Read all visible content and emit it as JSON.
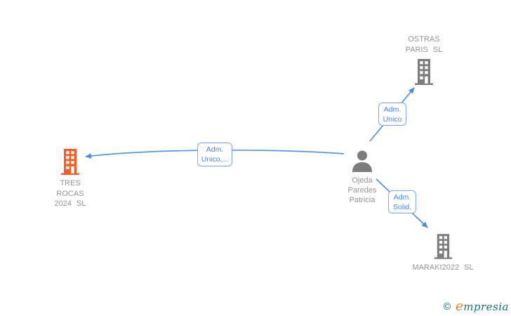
{
  "diagram": {
    "companies": {
      "ostras": {
        "line1": "OSTRAS",
        "line2": "PARIS SL"
      },
      "tres_rocas": {
        "line1": "TRES",
        "line2": "ROCAS",
        "line3": "2024 SL"
      },
      "maraki": {
        "name": "MARAKI2022 SL"
      }
    },
    "person": {
      "line1": "Ojeda",
      "line2": "Paredes",
      "line3": "Patricia"
    },
    "relationships": {
      "person_to_ostras": {
        "line1": "Adm.",
        "line2": "Unico"
      },
      "person_to_tres_rocas": {
        "line1": "Adm.",
        "line2": "Unico,..."
      },
      "person_to_maraki": {
        "line1": "Adm.",
        "line2": "Solid."
      }
    }
  },
  "icons": {
    "ostras": "building-icon",
    "tres_rocas": "building-icon",
    "maraki": "building-icon",
    "person": "person-icon"
  },
  "colors": {
    "edge_blue": "#4a90e2",
    "label_border_blue": "#78a8f4",
    "label_text_blue": "#4285f4",
    "icon_gray": "#7d7d7d",
    "text_gray": "#949494",
    "highlight_orange": "#fb5b27",
    "logo_teal": "#16707f",
    "logo_orange": "#ee7d1e"
  },
  "footer": {
    "copyright_symbol": "©",
    "brand_initial": "e",
    "brand_rest": "mpresia"
  }
}
